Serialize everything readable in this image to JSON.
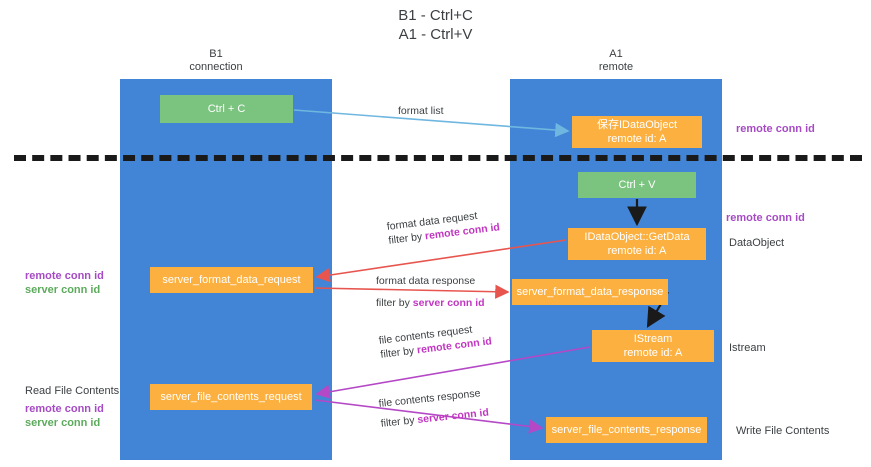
{
  "title": {
    "line1": "B1 - Ctrl+C",
    "line2": "A1 - Ctrl+V"
  },
  "columns": [
    {
      "id": "b1",
      "name": "B1",
      "role": "connection"
    },
    {
      "id": "a1",
      "name": "A1",
      "role": "remote"
    }
  ],
  "nodes": {
    "ctrl_c": {
      "label": "Ctrl + C",
      "color": "#7bc47f"
    },
    "idataobject": {
      "label": "保存IDataObject",
      "sub": "remote id: A",
      "color": "#fbb040"
    },
    "ctrl_v": {
      "label": "Ctrl + V",
      "color": "#7bc47f"
    },
    "getdata": {
      "label": "IDataObject::GetData",
      "sub": "remote id: A",
      "color": "#fbb040"
    },
    "server_format_data_request": {
      "label": "server_format_data_request",
      "color": "#fbb040"
    },
    "server_format_data_response": {
      "label": "server_format_data_response",
      "color": "#fbb040"
    },
    "istream": {
      "label": "IStream",
      "sub": "remote id: A",
      "color": "#fbb040"
    },
    "server_file_contents_request": {
      "label": "server_file_contents_request",
      "color": "#fbb040"
    },
    "server_file_contents_response": {
      "label": "server_file_contents_response",
      "color": "#fbb040"
    }
  },
  "edges": {
    "format_list": {
      "label": "format list"
    },
    "format_data_request": {
      "label": "format data request",
      "filter_prefix": "filter by ",
      "filter_key": "remote conn id"
    },
    "format_data_response": {
      "label": "format data response",
      "filter_prefix": "filter by ",
      "filter_key": "server conn id"
    },
    "file_contents_request": {
      "label": "file contents request",
      "filter_prefix": "filter by ",
      "filter_key": "remote conn id"
    },
    "file_contents_response": {
      "label": "file contents response",
      "filter_prefix": "filter by ",
      "filter_key": "server conn id"
    }
  },
  "annotations": {
    "remote_conn_id_top": "remote conn id",
    "remote_conn_id_middle": "remote conn id",
    "left_remote_conn_id": "remote conn id",
    "left_server_conn_id": "server conn id",
    "left_remote_conn_id_2": "remote conn id",
    "left_server_conn_id_2": "server conn id",
    "dataobject": "DataObject",
    "istream": "Istream",
    "read_file_contents": "Read File Contents",
    "write_file_contents": "Write File Contents"
  },
  "colors": {
    "lane": "#4285d6",
    "green_node": "#7bc47f",
    "orange_node": "#fbb040",
    "remote_conn_id": "#a64bc4",
    "server_conn_id": "#5cab5c",
    "magenta_filter": "#c136c1",
    "red_arrow": "#e8554e",
    "blue_arrow": "#6fb7e0",
    "purple_arrow": "#b548c6",
    "separator": "#1a1a1a"
  }
}
